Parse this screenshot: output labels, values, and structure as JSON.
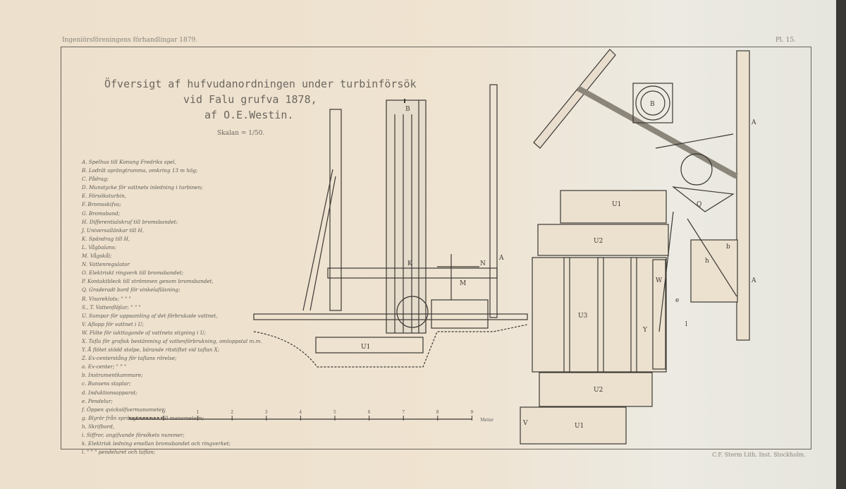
{
  "header": {
    "journal": "Ingeniörsföreningens förhandlingar 1879.",
    "plate": "Pl. 15.",
    "printer": "C.F. Sterm Lith. Inst. Stockholm."
  },
  "title": {
    "line1": "Öfversigt af hufvudanordningen under turbinförsök",
    "line2": "vid Falu grufva 1878,",
    "line3": "af O.E.Westin.",
    "scale": "Skalan = 1/50."
  },
  "legend": [
    "A. Spelhus till Konung Fredriks spel,",
    "B. Lodrät sprängtrumma, omkring 13 m hög;",
    "C. Pådrag;",
    "D. Munstycke för vattnets inledning i turbinen;",
    "E. Försöksturbin,",
    "F. Bromsskifva;",
    "G. Bromsband;",
    "H. Differentialskruf till bromsbandet;",
    "J. Universallänkar till H,",
    "K. Spändrag till H,",
    "L. Vågbalans;",
    "M. Vågskål;",
    "N. Vattenregulator",
    "O. Elektriskt ringverk till bromsbandet;",
    "P. Kontaktbleck till strömmen genom bromsbandet,",
    "Q. Graderadt bord för vinkelafläsning;",
    "R. Visareklots;  \"  \"  \"",
    "S., T. Vattenflöjlar;  \"  \"  \"",
    "U. Sumpar för uppsamling af det förbrukade vattnet,",
    "V. Aflopp för vattnet i U;",
    "W. Flöte för iakttagande af vattnets stigning i U;",
    "X. Tafla för grafisk bestämning af vattenförbrukning, omloppstal m.m.",
    "Y. Å flötet stödd stolpe, bärande ritstiftet vid taflan X;",
    "Z. Ex-centerstång för taflans rörelse;",
    "a. Ex-center;  \"  \"  \"",
    "b. Instrumentkammare;",
    "c. Bunsens staplar;",
    "d. Induktionsapparat;",
    "e. Pendelur;",
    "f. Öppen qvicksilfvermanometer;",
    "g. Blyrör från sprängtrumman till manometern;",
    "h. Skrifbord,",
    "i. Siffror, angifvande försökets nummer;",
    "k. Elektrisk ledning emellan bromsbandet och ringverket;",
    "l.  \"  \"  \"  pendeluret och taflan;"
  ],
  "scale_bar": {
    "ticks": [
      "0",
      "1",
      "2",
      "3",
      "4",
      "5",
      "6",
      "7",
      "8",
      "9"
    ],
    "unit": "Meter"
  },
  "labels": {
    "B": "B",
    "A": "A",
    "K": "K",
    "M": "M",
    "N": "N",
    "U1": "U1",
    "U2": "U2",
    "U3": "U3",
    "W": "W",
    "V": "V",
    "Y": "Y",
    "Q": "Q",
    "h": "h",
    "b": "b",
    "l": "l",
    "e": "e",
    "B2": "B",
    "A2": "A",
    "A3": "A"
  }
}
